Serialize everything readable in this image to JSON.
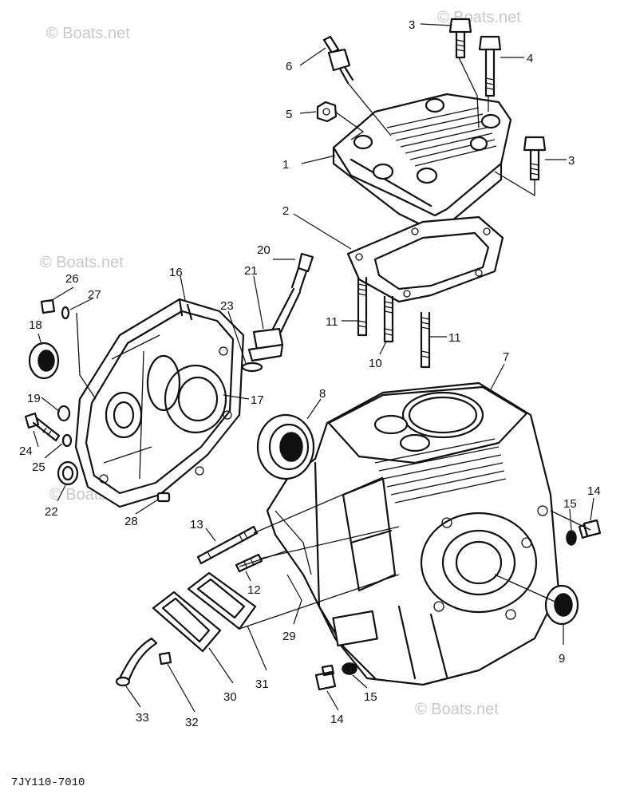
{
  "diagram": {
    "drawing_code": "7JY110-7010",
    "watermark": "© Boats.net"
  },
  "callouts": [
    {
      "id": "c1",
      "text": "1"
    },
    {
      "id": "c2",
      "text": "2"
    },
    {
      "id": "c3a",
      "text": "3"
    },
    {
      "id": "c3b",
      "text": "3"
    },
    {
      "id": "c4",
      "text": "4"
    },
    {
      "id": "c5",
      "text": "5"
    },
    {
      "id": "c6",
      "text": "6"
    },
    {
      "id": "c7",
      "text": "7"
    },
    {
      "id": "c8",
      "text": "8"
    },
    {
      "id": "c9",
      "text": "9"
    },
    {
      "id": "c10",
      "text": "10"
    },
    {
      "id": "c11a",
      "text": "11"
    },
    {
      "id": "c11b",
      "text": "11"
    },
    {
      "id": "c12",
      "text": "12"
    },
    {
      "id": "c13",
      "text": "13"
    },
    {
      "id": "c14a",
      "text": "14"
    },
    {
      "id": "c14b",
      "text": "14"
    },
    {
      "id": "c15a",
      "text": "15"
    },
    {
      "id": "c15b",
      "text": "15"
    },
    {
      "id": "c16",
      "text": "16"
    },
    {
      "id": "c17",
      "text": "17"
    },
    {
      "id": "c18",
      "text": "18"
    },
    {
      "id": "c19",
      "text": "19"
    },
    {
      "id": "c20",
      "text": "20"
    },
    {
      "id": "c21",
      "text": "21"
    },
    {
      "id": "c22",
      "text": "22"
    },
    {
      "id": "c23",
      "text": "23"
    },
    {
      "id": "c24",
      "text": "24"
    },
    {
      "id": "c25",
      "text": "25"
    },
    {
      "id": "c26",
      "text": "26"
    },
    {
      "id": "c27",
      "text": "27"
    },
    {
      "id": "c28",
      "text": "28"
    },
    {
      "id": "c29",
      "text": "29"
    },
    {
      "id": "c30",
      "text": "30"
    },
    {
      "id": "c31",
      "text": "31"
    },
    {
      "id": "c32",
      "text": "32"
    },
    {
      "id": "c33",
      "text": "33"
    }
  ]
}
